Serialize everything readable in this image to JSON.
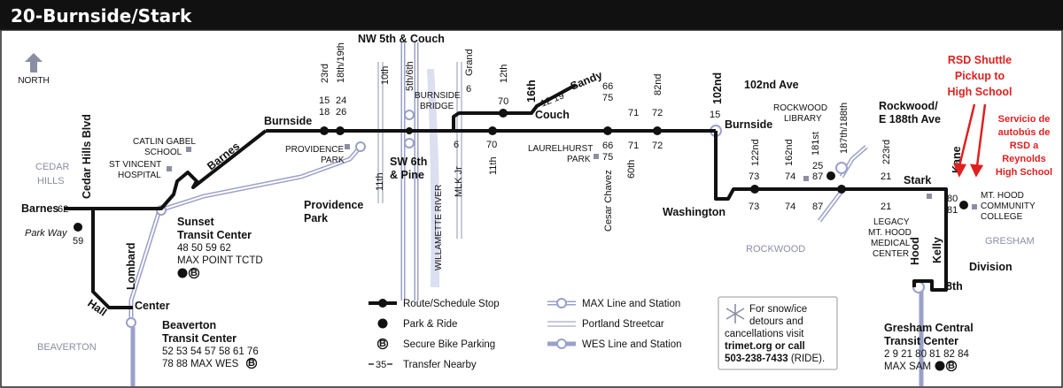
{
  "title": "20-Burnside/Stark",
  "compass": {
    "label": "NORTH"
  },
  "areas": {
    "cedar_hills_1": "CEDAR",
    "cedar_hills_2": "HILLS",
    "beaverton": "BEAVERTON",
    "rockwood": "ROCKWOOD",
    "gresham": "GRESHAM"
  },
  "streets": {
    "cedar_hills_blvd": "Cedar Hills Blvd",
    "barnes_left": "Barnes",
    "barnes_diag": "Barnes",
    "park_way": "Park Way",
    "lombard": "Lombard",
    "hall": "Hall",
    "center": "Center",
    "burnside_w": "Burnside",
    "burnside_e": "Burnside",
    "couch": "Couch",
    "sandy": "Sandy",
    "washington": "Washington",
    "stark": "Stark",
    "kane": "Kane",
    "hood": "Hood",
    "kelly": "Kelly",
    "division": "Division",
    "eighth": "8th",
    "rockwood_188th_1": "Rockwood/",
    "rockwood_188th_2": "E 188th Ave",
    "ave_102nd": "102nd Ave",
    "nw5th_couch": "NW 5th & Couch",
    "sw6th_1": "SW 6th",
    "sw6th_2": "& Pine",
    "providence_park_1": "Providence",
    "providence_park_2": "Park",
    "river": "WILLAMETTE RIVER",
    "tenth": "10th",
    "eleventh_a": "11th",
    "fifth_sixth": "5th/6th",
    "grand": "Grand",
    "mlk": "MLK Jr",
    "eleventh_b": "11th",
    "twelfth": "12th",
    "sixteenth": "16th",
    "cesar_chavez": "Cesar Chavez",
    "sixtieth": "60th",
    "eighty_second": "82nd",
    "onehundred_second": "102nd",
    "onehundred_twentysecond": "122nd",
    "onehundred_sixtysecond": "162nd",
    "onehundred_eightyfirst": "181st",
    "onehundred_eightyseventh": "187th/188th",
    "twentythird": "23rd",
    "eighteenth_nineteenth": "18th/19th",
    "twohundred_twentythird": "223rd"
  },
  "landmarks": {
    "catlin_gabel_1": "CATLIN GABEL",
    "catlin_gabel_2": "SCHOOL",
    "st_vincent_1": "ST VINCENT",
    "st_vincent_2": "HOSPITAL",
    "providence_park_small_1": "PROVIDENCE",
    "providence_park_small_2": "PARK",
    "burnside_bridge_1": "BURNSIDE",
    "burnside_bridge_2": "BRIDGE",
    "laurelhurst_1": "LAURELHURST",
    "laurelhurst_2": "PARK",
    "rockwood_library_1": "ROCKWOOD",
    "rockwood_library_2": "LIBRARY",
    "legacy_1": "LEGACY",
    "legacy_2": "MT. HOOD",
    "legacy_3": "MEDICAL",
    "legacy_4": "CENTER",
    "mthood_cc_1": "MT. HOOD",
    "mthood_cc_2": "COMMUNITY",
    "mthood_cc_3": "COLLEGE"
  },
  "transit_centers": {
    "sunset": {
      "name": "Sunset",
      "name2": "Transit Center",
      "lines": "48 50 59 62",
      "extra": "MAX POINT TCTD"
    },
    "beaverton": {
      "name": "Beaverton",
      "name2": "Transit Center",
      "lines1": "52 53 54 57 58 61 76",
      "lines2": "78 88 MAX WES"
    },
    "gresham": {
      "name": "Gresham Central",
      "name2": "Transit Center",
      "lines1": "2 9 21 80 81 82 84",
      "lines2": "MAX SAM"
    }
  },
  "transfers": {
    "t62": "62",
    "t59": "59",
    "t15_18_a": "15",
    "t15_18_b": "18",
    "t24_26_a": "24",
    "t24_26_b": "26",
    "t6_top": "6",
    "t6_bot": "6",
    "t70_top": "70",
    "t70_bot": "70",
    "t12_19": "12 19",
    "t66_75_a": "66",
    "t66_75_b": "75",
    "t66_75_c": "66",
    "t66_75_d": "75",
    "t71_top": "71",
    "t71_bot": "71",
    "t72_top": "72",
    "t72_bot": "72",
    "t15_102": "15",
    "t73_top": "73",
    "t73_bot": "73",
    "t74_top": "74",
    "t74_bot": "74",
    "t25_87": "25",
    "t87_top": "87",
    "t87_bot": "87",
    "t21_top": "21",
    "t21_bot": "21",
    "t80": "80",
    "t81": "81"
  },
  "shuttle": {
    "en_1": "RSD Shuttle",
    "en_2": "Pickup to",
    "en_3": "High School",
    "es_1": "Servicio de",
    "es_2": "autobús de",
    "es_3": "RSD a",
    "es_4": "Reynolds",
    "es_5": "High School"
  },
  "legend": {
    "route_stop": "Route/Schedule Stop",
    "park_ride": "Park & Ride",
    "bike": "Secure Bike Parking",
    "transfer": "Transfer Nearby",
    "transfer_sample": "35",
    "max": "MAX Line and Station",
    "streetcar": "Portland Streetcar",
    "wes": "WES Line and Station",
    "snow_1": "For snow/ice",
    "snow_2": "detours and",
    "snow_3": "cancellations visit",
    "snow_4": "trimet.org or call",
    "snow_phone": "503-238-7433",
    "snow_ride": " (RIDE).",
    "park_icon": "P",
    "bike_icon": "B"
  },
  "colors": {
    "route": "#111111",
    "max": "#9aa0c8",
    "shuttle": "#e02020",
    "area": "#8b8ea3"
  }
}
